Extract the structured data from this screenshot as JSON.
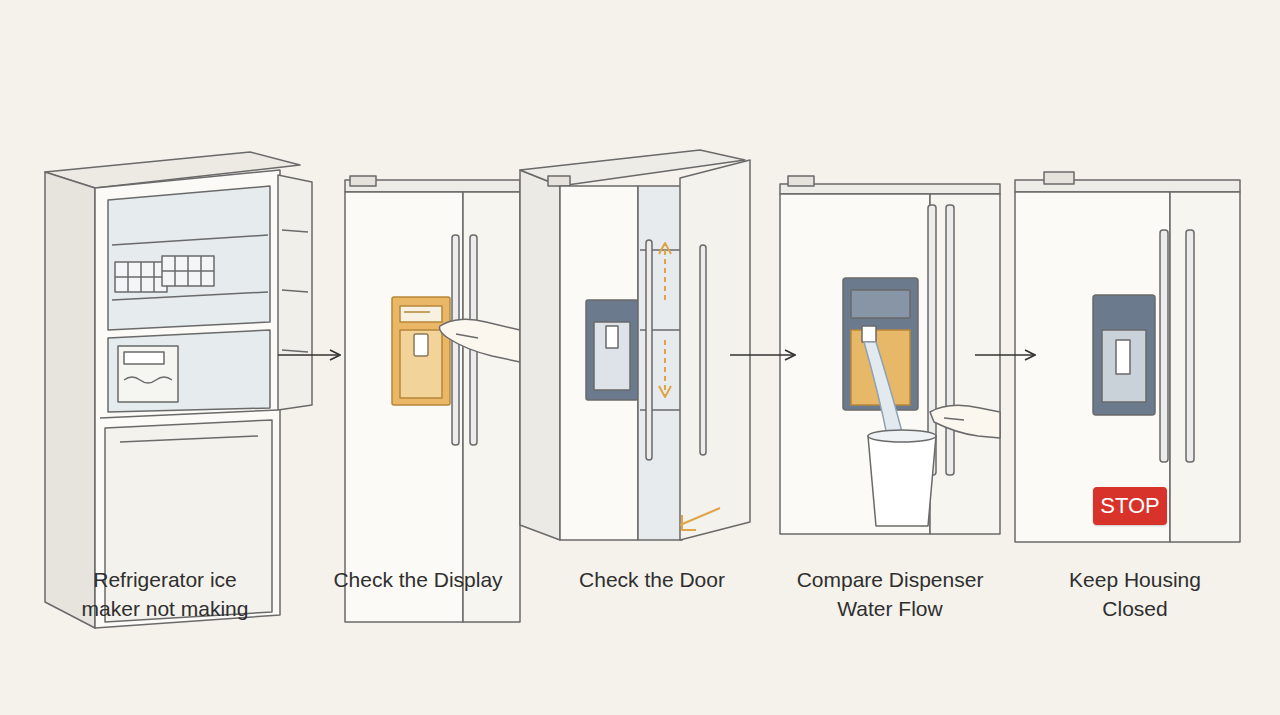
{
  "diagram": {
    "nodes": [
      {
        "text": [
          "Refrigerator ice maker not making"
        ]
      },
      {
        "text": [
          "Check the Display"
        ]
      },
      {
        "text": [
          "Check the Door"
        ]
      },
      {
        "text": [
          "Compare Dispenser Water Flow"
        ]
      },
      {
        "text": [
          "Keep Housing Closed"
        ]
      },
      {
        "text": [
          "STOP"
        ],
        "in": 4
      }
    ],
    "edges": [
      {
        "from": 0,
        "to": 1,
        "arrow": "to"
      },
      {
        "from": 2,
        "to": 3,
        "arrow": "to"
      },
      {
        "from": 3,
        "to": 4,
        "arrow": "to"
      }
    ]
  }
}
